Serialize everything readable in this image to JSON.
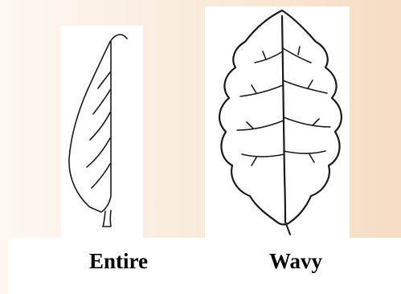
{
  "leaves": [
    {
      "id": "entire",
      "label": "Entire"
    },
    {
      "id": "wavy",
      "label": "Wavy"
    }
  ],
  "colors": {
    "background": "#f6dcc4",
    "panel": "#ffffff",
    "ink": "#000000"
  }
}
